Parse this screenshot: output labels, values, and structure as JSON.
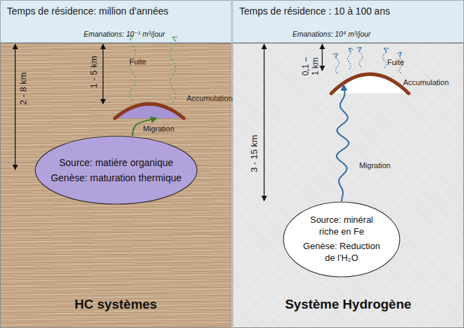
{
  "diagram": {
    "nodes": [
      {
        "text": [
          "HC systèmes"
        ]
      },
      {
        "text": [
          "Source: matière organique",
          "Genèse: maturation thermique"
        ],
        "in": 0
      },
      {
        "text": [
          "Accumulation"
        ],
        "in": 0
      },
      {
        "text": [
          "Système Hydrogène"
        ]
      },
      {
        "text": [
          "Source: minéral riche en Fe",
          "Genèse: Reduction de l'H₂O"
        ],
        "in": 3
      },
      {
        "text": [
          "Accumulation"
        ],
        "in": 3
      }
    ],
    "edges": [
      {
        "from": 1,
        "to": 2,
        "arrow": "to",
        "label": "Migration"
      },
      {
        "from": 4,
        "to": 5,
        "arrow": "to",
        "label": "Migration"
      }
    ],
    "labels": [
      "Temps de résidence: million d’années",
      "Temps de résidence : 10 à 100 ans",
      "Emanations: 10⁻¹ m³/jour",
      "Emanations: 10⁴ m³/jour",
      "Fuite",
      "Fuite",
      "2 - 8 km",
      "1 - 5 km",
      "0,1 – 1 km",
      "3 - 15 km"
    ]
  }
}
